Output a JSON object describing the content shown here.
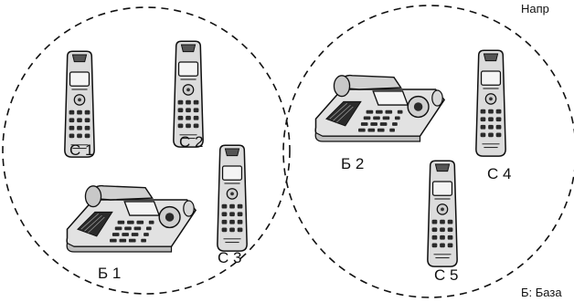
{
  "labels": {
    "c1": "С 1",
    "c2": "С 2",
    "c3": "С 3",
    "c4": "С 4",
    "c5": "С 5",
    "b1": "Б 1",
    "b2": "Б 2",
    "top_right_text": "Напр",
    "bottom_right_text": "Б: База"
  },
  "colors": {
    "line": "#111111",
    "device_fill": "#e8e8e8",
    "device_dark": "#2a2a2a"
  }
}
